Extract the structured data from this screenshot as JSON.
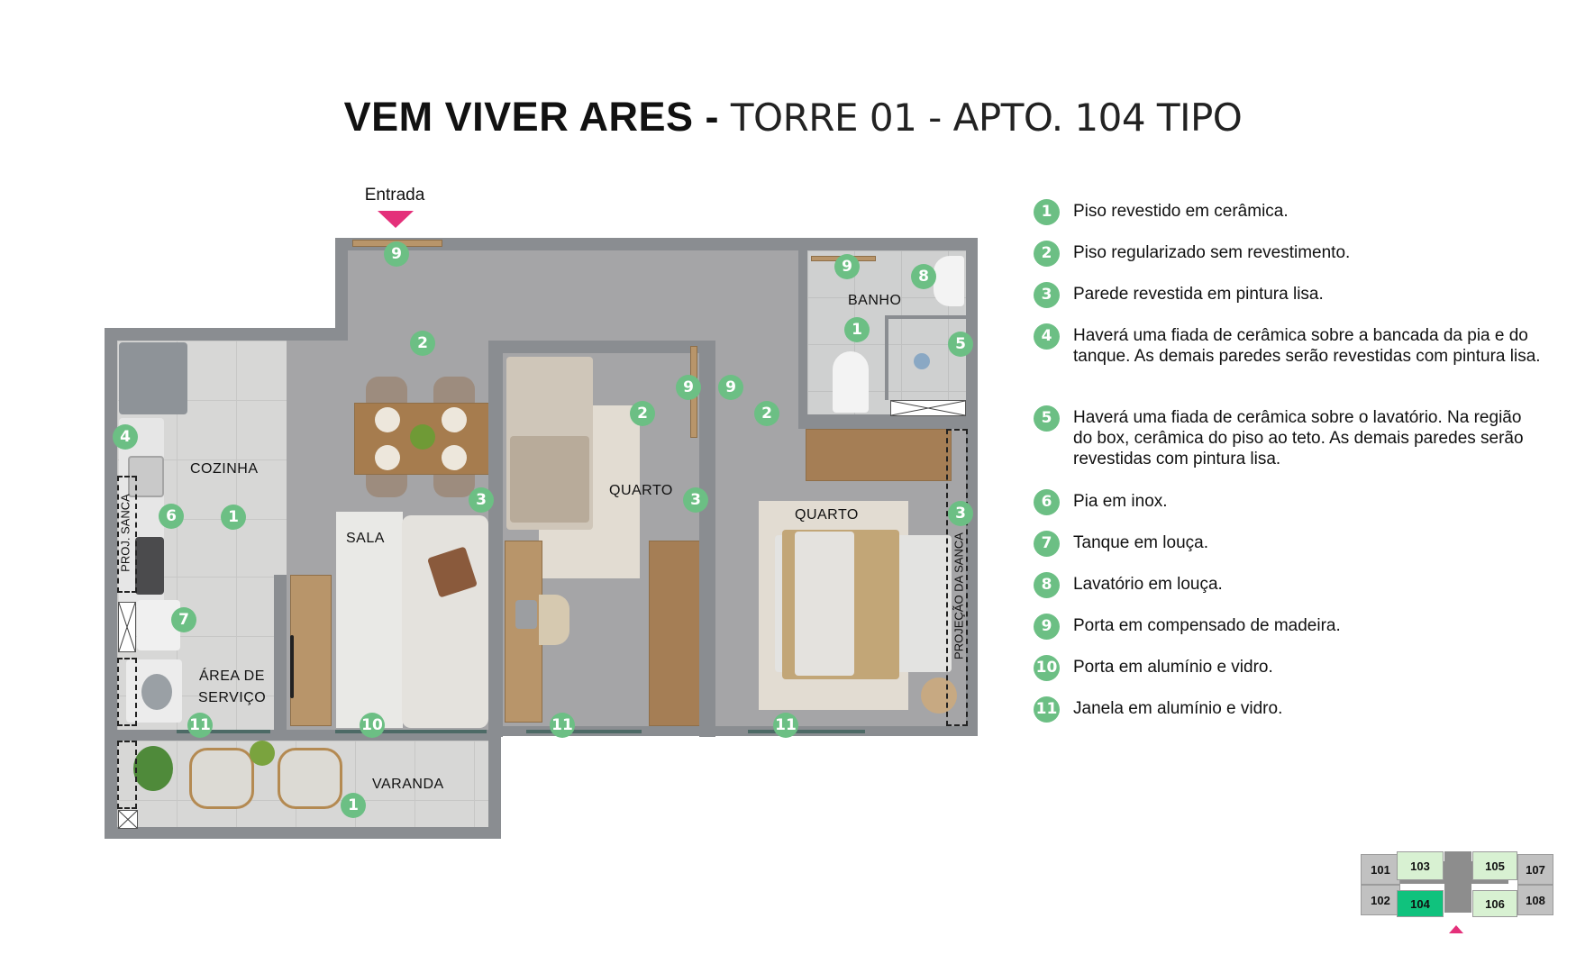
{
  "title": {
    "bold": "VEM VIVER ARES -",
    "light": " TORRE 01 - APTO. 104 TIPO"
  },
  "entrance": {
    "label": "Entrada",
    "arrow_color": "#e4307a"
  },
  "colors": {
    "marker": "#6cbf84",
    "wall": "#8a8d91",
    "active_unit": "#10c27d",
    "accent": "#e4307a"
  },
  "rooms": {
    "cozinha": "COZINHA",
    "area_servico_1": "ÁREA DE",
    "area_servico_2": "SERVIÇO",
    "sala": "SALA",
    "varanda": "VARANDA",
    "quarto_1": "QUARTO",
    "quarto_2": "QUARTO",
    "banho": "BANHO",
    "proj_sanca": "PROJ. SANCA",
    "projecao_da_sanca": "PROJEÇÃO DA SANCA"
  },
  "plan_markers": [
    {
      "n": "9",
      "where": "entrada"
    },
    {
      "n": "2",
      "where": "estar"
    },
    {
      "n": "4",
      "where": "cozinha"
    },
    {
      "n": "6",
      "where": "cozinha"
    },
    {
      "n": "1",
      "where": "cozinha"
    },
    {
      "n": "7",
      "where": "area-servico"
    },
    {
      "n": "11",
      "where": "area-servico"
    },
    {
      "n": "10",
      "where": "sala"
    },
    {
      "n": "3",
      "where": "sala"
    },
    {
      "n": "1",
      "where": "varanda"
    },
    {
      "n": "2",
      "where": "quarto-1"
    },
    {
      "n": "3",
      "where": "quarto-1"
    },
    {
      "n": "9",
      "where": "quarto-1-porta"
    },
    {
      "n": "9",
      "where": "quarto-2-porta"
    },
    {
      "n": "2",
      "where": "quarto-2"
    },
    {
      "n": "11",
      "where": "quarto-1"
    },
    {
      "n": "11",
      "where": "quarto-2"
    },
    {
      "n": "3",
      "where": "quarto-2"
    },
    {
      "n": "9",
      "where": "banho-porta"
    },
    {
      "n": "8",
      "where": "banho"
    },
    {
      "n": "1",
      "where": "banho"
    },
    {
      "n": "5",
      "where": "banho"
    }
  ],
  "legend": [
    {
      "n": "1",
      "text": "Piso revestido em cerâmica."
    },
    {
      "n": "2",
      "text": "Piso regularizado sem revestimento."
    },
    {
      "n": "3",
      "text": "Parede revestida em pintura lisa."
    },
    {
      "n": "4",
      "text": "Haverá uma fiada de cerâmica sobre a bancada da pia e do tanque. As demais paredes serão revestidas com pintura lisa."
    },
    {
      "n": "5",
      "text": "Haverá uma fiada de cerâmica sobre o lavatório. Na região do box, cerâmica do piso ao teto. As demais paredes serão revestidas com pintura lisa."
    },
    {
      "n": "6",
      "text": "Pia em inox."
    },
    {
      "n": "7",
      "text": "Tanque em louça."
    },
    {
      "n": "8",
      "text": "Lavatório em louça."
    },
    {
      "n": "9",
      "text": "Porta em compensado de madeira."
    },
    {
      "n": "10",
      "text": "Porta em alumínio e vidro."
    },
    {
      "n": "11",
      "text": "Janela em alumínio e vidro."
    }
  ],
  "keyplan": {
    "units": [
      "101",
      "102",
      "103",
      "104",
      "105",
      "106",
      "107",
      "108"
    ],
    "selected": "104"
  }
}
